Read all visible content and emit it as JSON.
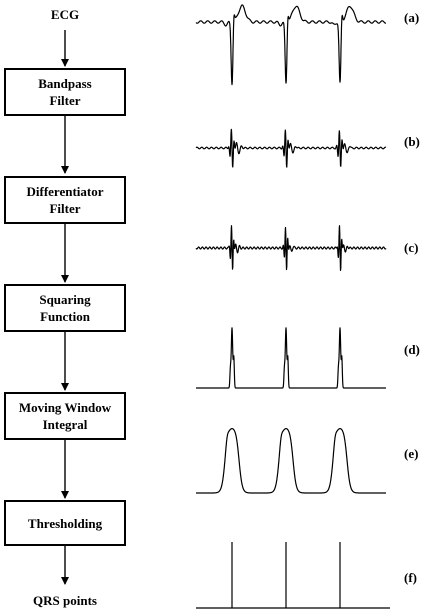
{
  "input_label": "ECG",
  "output_label": "QRS points",
  "stages": [
    {
      "line1": "Bandpass",
      "line2": "Filter"
    },
    {
      "line1": "Differentiator",
      "line2": "Filter"
    },
    {
      "line1": "Squaring",
      "line2": "Function"
    },
    {
      "line1": "Moving Window",
      "line2": "Integral"
    },
    {
      "line1": "Thresholding",
      "line2": ""
    }
  ],
  "panel_tags": [
    "(a)",
    "(b)",
    "(c)",
    "(d)",
    "(e)",
    "(f)"
  ],
  "colors": {
    "ink": "#000000",
    "background": "#ffffff"
  }
}
